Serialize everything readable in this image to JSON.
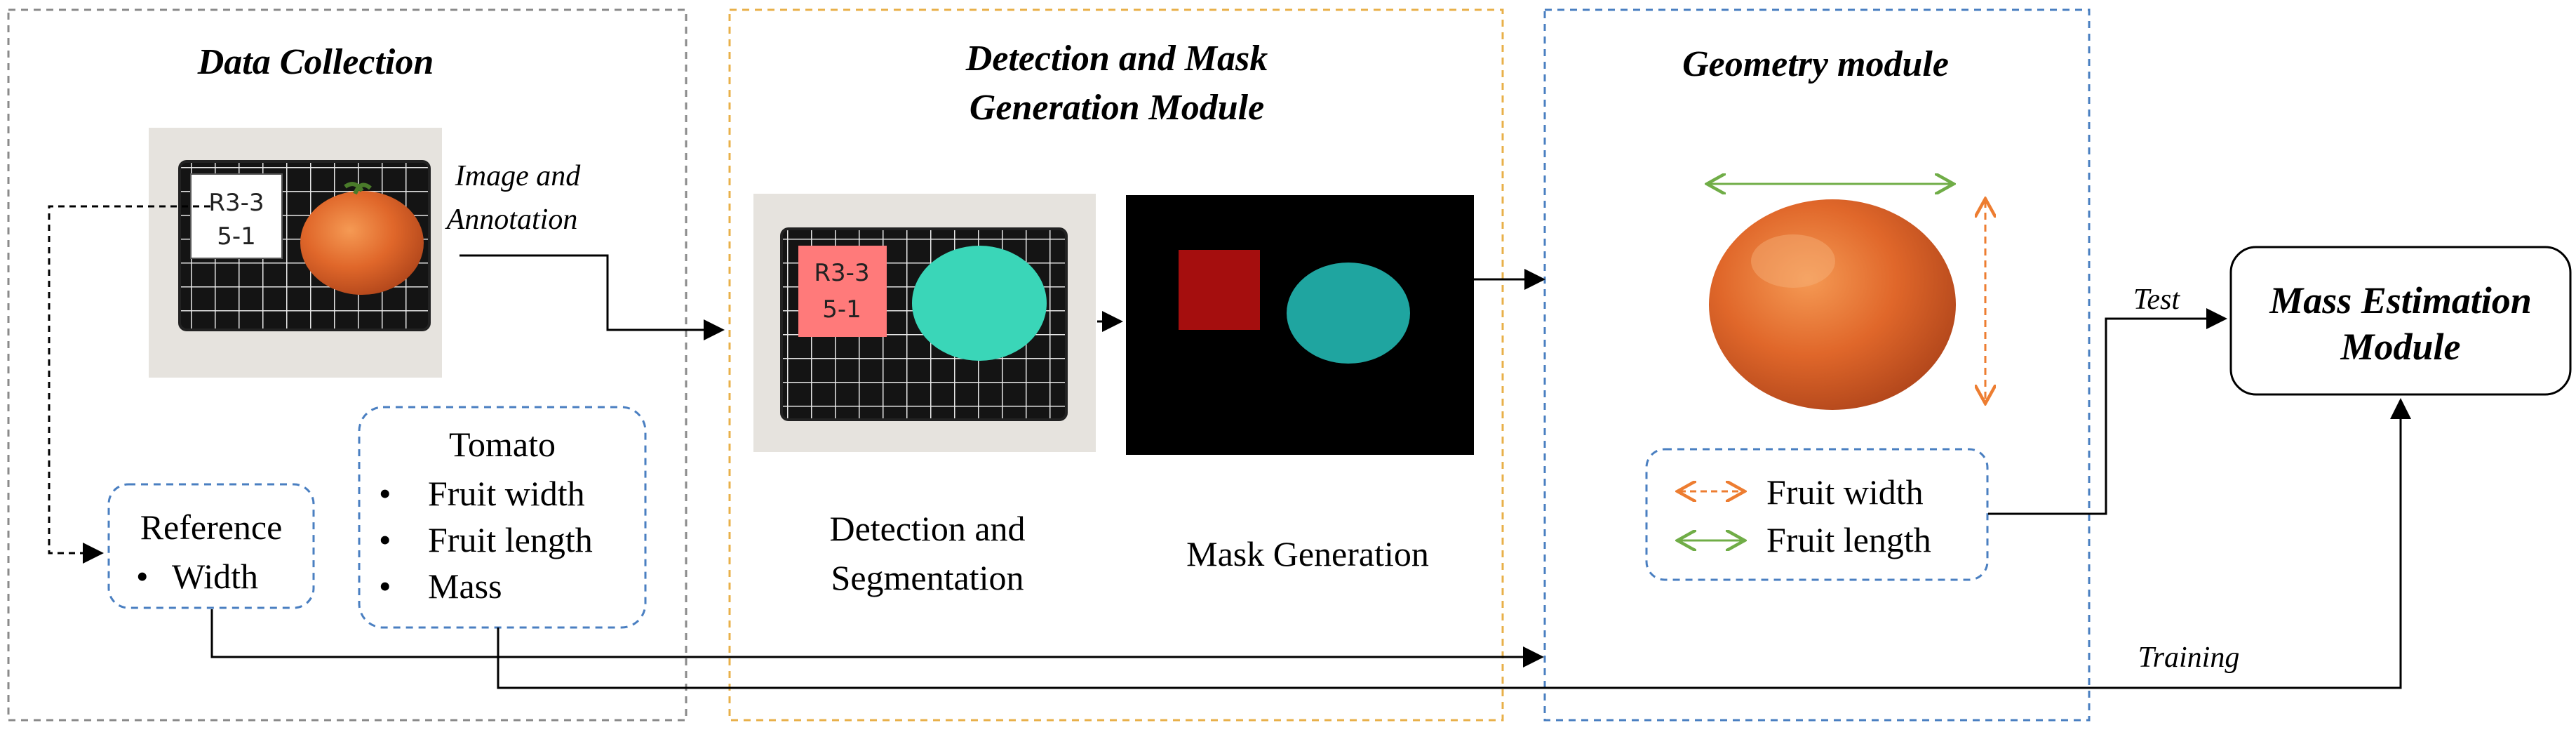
{
  "panels": {
    "data_collection": {
      "title": "Data Collection",
      "photo_label": [
        "R3-3",
        "5-1"
      ],
      "image_annotation": [
        "Image and",
        "Annotation"
      ],
      "reference_box": {
        "title": "Reference",
        "items": [
          "Width"
        ]
      },
      "tomato_box": {
        "title": "Tomato",
        "items": [
          "Fruit width",
          "Fruit length",
          "Mass"
        ]
      }
    },
    "detection": {
      "title": [
        "Detection and Mask",
        "Generation Module"
      ],
      "photo_label": [
        "R3-3",
        "5-1"
      ],
      "caption_left": [
        "Detection and",
        "Segmentation"
      ],
      "caption_right": "Mask Generation"
    },
    "geometry": {
      "title": "Geometry module",
      "legend": [
        "Fruit width",
        "Fruit length"
      ]
    },
    "mass": {
      "title": [
        "Mass Estimation",
        "Module"
      ],
      "test_label": "Test",
      "training_label": "Training"
    }
  },
  "colors": {
    "panel_gray": "#8a8a8a",
    "panel_orange": "#e8b04a",
    "panel_blue": "#4a7fc1",
    "legend_orange": "#ed7d31",
    "legend_green": "#70ad47",
    "tomato": "#e0672a",
    "mask_red": "#a50e0e",
    "mask_teal": "#1fa5a0",
    "detect_pink": "#ff7a7a",
    "detect_teal": "#3ad6b8"
  },
  "icons": [
    "tomato-icon",
    "calibration-board-icon",
    "arrow-icon"
  ]
}
